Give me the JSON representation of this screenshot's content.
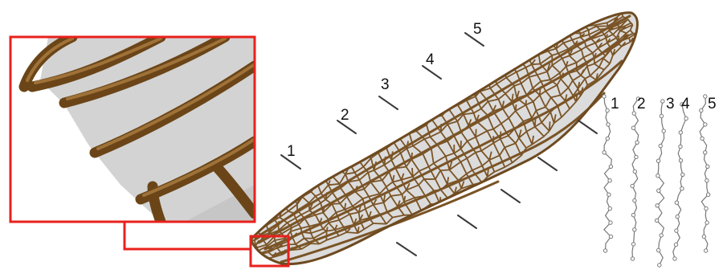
{
  "colors": {
    "vein": "#7a5426",
    "vein_light": "#a87a3e",
    "membrane": "#dcdcdc",
    "highlight": "#e8211d",
    "section_line": "#3a3a3a",
    "profile_line": "#777777"
  },
  "section_labels": [
    "1",
    "2",
    "3",
    "4",
    "5"
  ],
  "profile_labels": [
    "1",
    "2",
    "3",
    "4",
    "5"
  ]
}
